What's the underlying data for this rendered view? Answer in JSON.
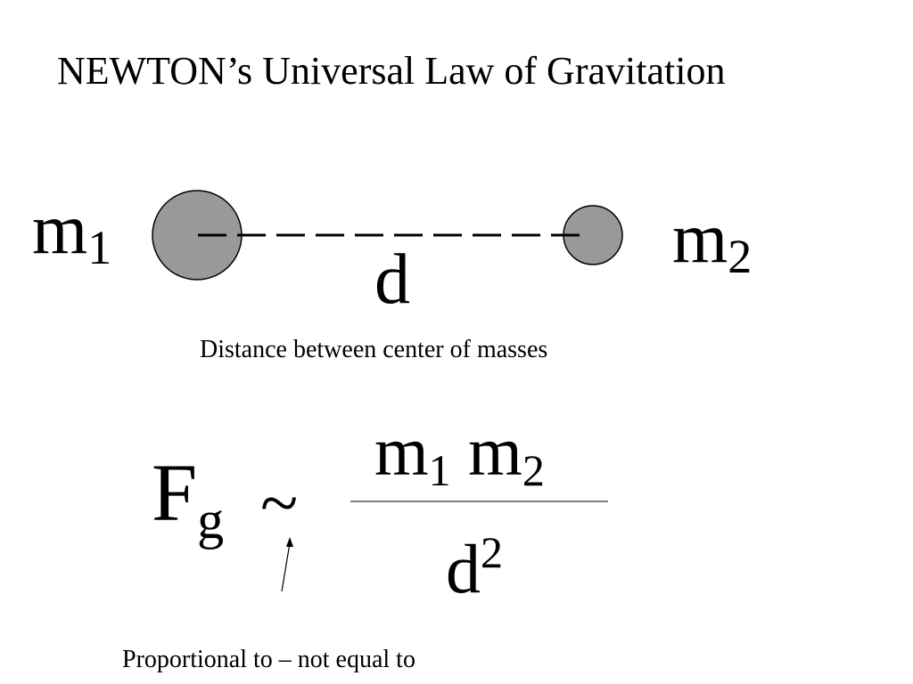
{
  "title": "NEWTON’s Universal Law of Gravitation",
  "masses": {
    "m1_symbol": "m",
    "m1_subscript": "1",
    "m2_symbol": "m",
    "m2_subscript": "2",
    "body_fill": "#999999",
    "body_stroke": "#000000"
  },
  "distance": {
    "symbol": "d",
    "caption": "Distance between center of masses"
  },
  "formula": {
    "force_symbol": "F",
    "force_subscript": "g",
    "relation": "~",
    "numerator_m1": "m",
    "numerator_m1_sub": "1",
    "numerator_m2": "m",
    "numerator_m2_sub": "2",
    "denominator": "d",
    "denominator_exp": "2"
  },
  "annotation": {
    "caption": "Proportional to – not equal to"
  }
}
